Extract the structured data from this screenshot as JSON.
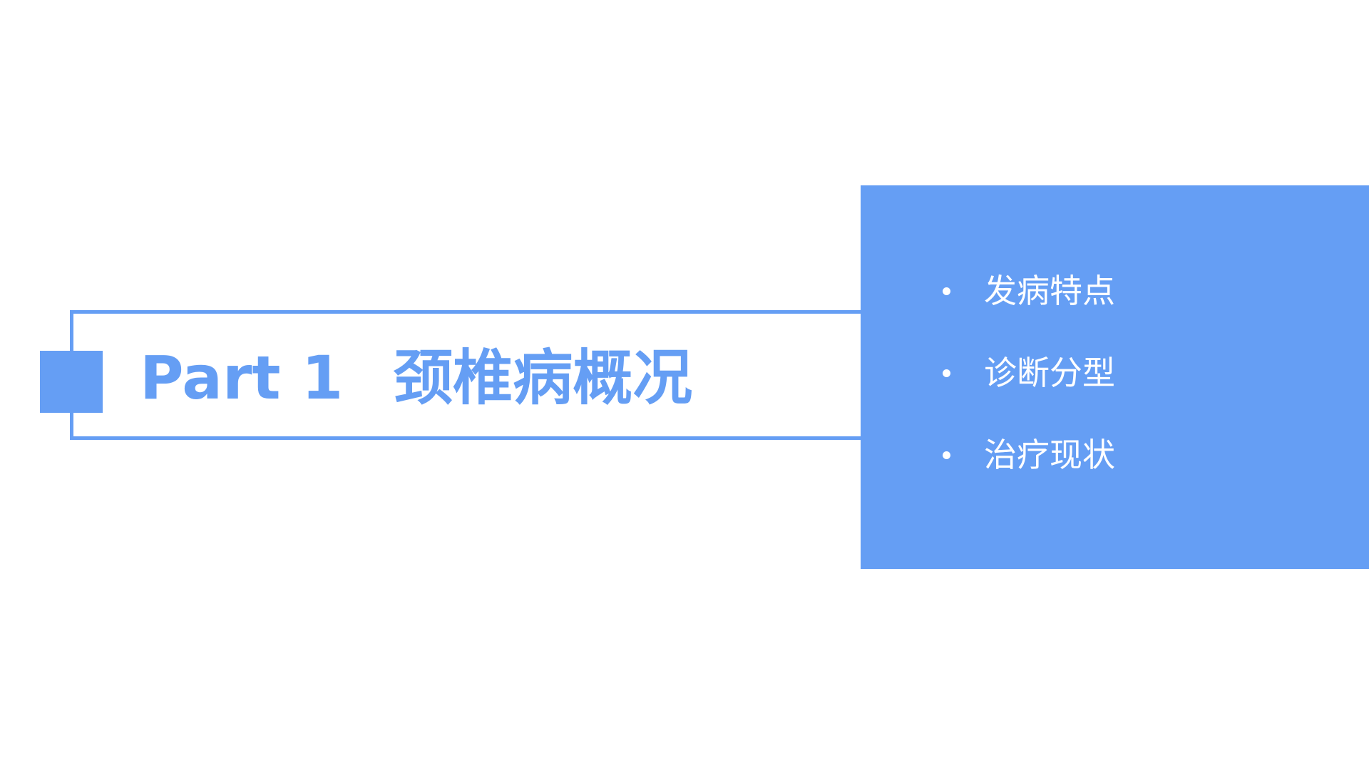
{
  "colors": {
    "accent": "#659EF4",
    "text_on_accent": "#FFFFFF"
  },
  "title": {
    "part": "Part 1",
    "heading": "颈椎病概况"
  },
  "items": [
    {
      "label": "发病特点"
    },
    {
      "label": "诊断分型"
    },
    {
      "label": "治疗现状"
    }
  ]
}
